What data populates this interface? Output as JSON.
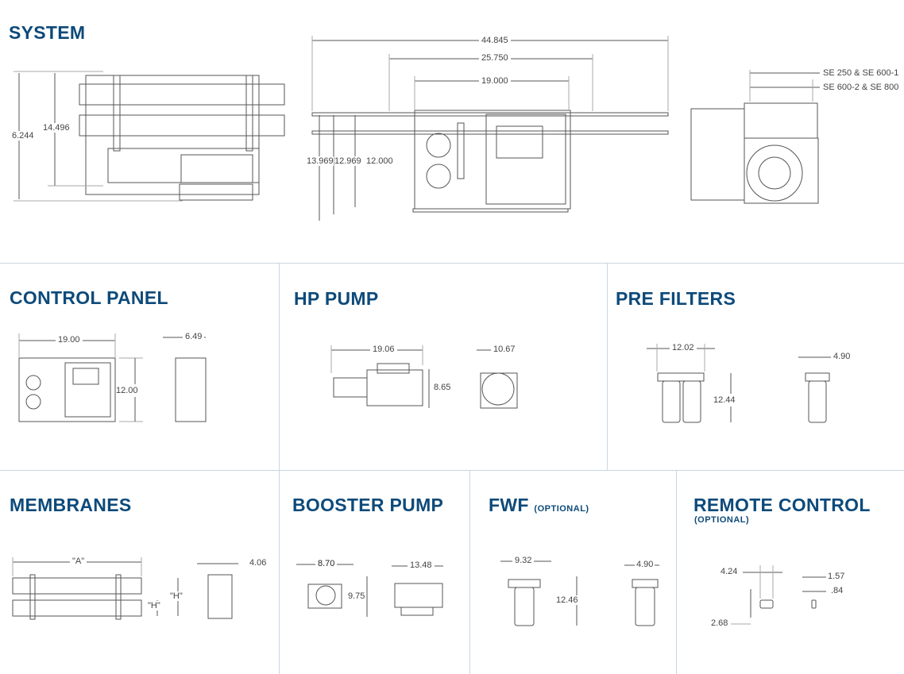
{
  "sections": {
    "system": {
      "title": "SYSTEM",
      "dims": {
        "overall_length": "44.845",
        "frame_length": "25.750",
        "panel_width": "19.000",
        "side_depth": "6.244",
        "side_height": "14.496",
        "height_total": "13.969",
        "height_mid": "12.969",
        "height_panel": "12.000",
        "variant_a": "SE 250 & SE 600-1",
        "variant_b": "SE 600-2 & SE 800"
      }
    },
    "control_panel": {
      "title": "CONTROL PANEL",
      "dims": {
        "width": "19.00",
        "depth": "6.49",
        "height": "12.00"
      }
    },
    "hp_pump": {
      "title": "HP PUMP",
      "dims": {
        "length": "19.06",
        "width": "10.67",
        "height": "8.65"
      }
    },
    "pre_filters": {
      "title": "PRE FILTERS",
      "dims": {
        "width": "12.02",
        "depth": "4.90",
        "height": "12.44"
      }
    },
    "membranes": {
      "title": "MEMBRANES",
      "dims": {
        "length": "\"A\"",
        "depth": "4.06",
        "height_1": "\"H\"",
        "height_2": "\"H\""
      }
    },
    "booster_pump": {
      "title": "BOOSTER PUMP",
      "dims": {
        "width": "8.70",
        "height": "9.75",
        "length": "13.48"
      }
    },
    "fwf": {
      "title": "FWF",
      "optional": "(OPTIONAL)",
      "dims": {
        "width": "9.32",
        "height": "12.46",
        "depth": "4.90"
      }
    },
    "remote_control": {
      "title": "REMOTE CONTROL",
      "optional": "(OPTIONAL)",
      "dims": {
        "width": "4.24",
        "height": "2.68",
        "depth": "1.57",
        "depth_inner": ".84"
      }
    }
  },
  "colors": {
    "heading": "#0d4a7a",
    "divider": "#c9d6e0",
    "line": "#555555"
  }
}
